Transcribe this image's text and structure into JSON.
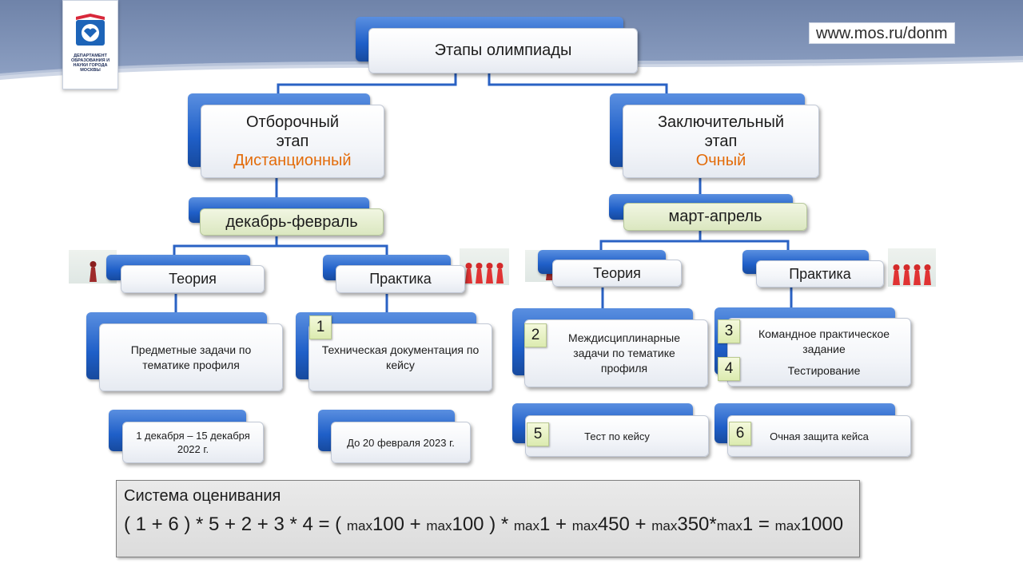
{
  "header": {
    "url": "www.mos.ru/donm"
  },
  "logo": {
    "text": "ДЕПАРТАМЕНТ ОБРАЗОВАНИЯ И НАУКИ ГОРОДА МОСКВЫ"
  },
  "root": {
    "title": "Этапы олимпиады"
  },
  "left": {
    "title_line1": "Отборочный",
    "title_line2": "этап",
    "mode": "Дистанционный",
    "period": "декабрь-февраль",
    "theory": {
      "label": "Теория",
      "task": "Предметные задачи по тематике профиля",
      "date": "1 декабря – 15 декабря 2022 г."
    },
    "practice": {
      "label": "Практика",
      "num": "1",
      "task": "Техническая документация по кейсу",
      "date": "До 20 февраля 2023 г."
    }
  },
  "right": {
    "title_line1": "Заключительный",
    "title_line2": "этап",
    "mode": "Очный",
    "period": "март-апрель",
    "theory": {
      "label": "Теория",
      "num": "2",
      "task": "Междисциплинарные задачи по тематике профиля",
      "num2": "5",
      "task2": "Тест по кейсу"
    },
    "practice": {
      "label": "Практика",
      "num": "3",
      "task": "Командное практическое задание",
      "num_b": "4",
      "task_b": "Тестирование",
      "num2": "6",
      "task2": "Очная защита кейса"
    }
  },
  "evaluation": {
    "title": "Система оценивания",
    "lhs": "( 1 + 6 ) * 5 + 2 + 3 * 4  =  (",
    "m1": "max",
    "v1": "100 + ",
    "m2": "max",
    "v2": "100 ) * ",
    "m3": "max",
    "v3": "1 + ",
    "m4": "max",
    "v4": "450 + ",
    "m5": "max",
    "v5": "350*",
    "m6": "max",
    "v6": "1 = ",
    "m7": "max",
    "v7": "1000"
  },
  "colors": {
    "accent_blue": "#1f5fc8",
    "orange": "#e36c0a",
    "header_band": "#7a8db3"
  }
}
